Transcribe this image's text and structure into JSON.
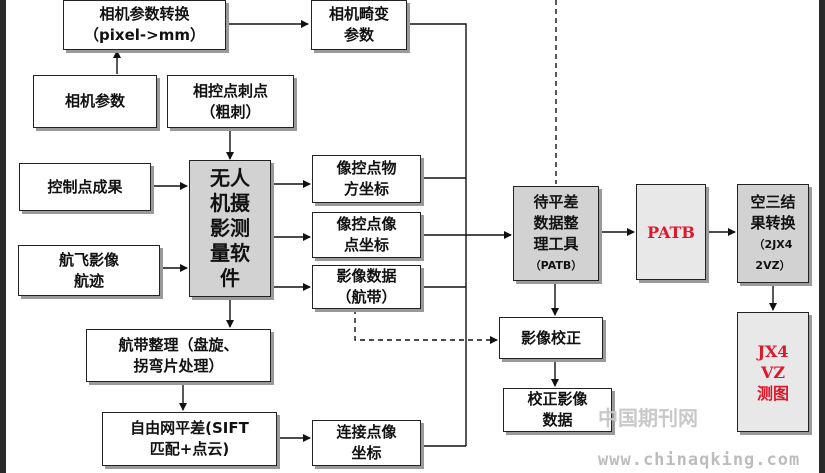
{
  "nodes": {
    "cam_convert": {
      "lines": [
        "相机参数转换",
        "（pixel->mm）"
      ]
    },
    "cam_distort": {
      "lines": [
        "相机畸变",
        "参数"
      ]
    },
    "cam_params": {
      "lines": [
        "相机参数"
      ]
    },
    "ctrl_prick": {
      "lines": [
        "相控点刺点",
        "（粗刺）"
      ]
    },
    "ctrl_results": {
      "lines": [
        "控制点成果"
      ]
    },
    "uav_software": {
      "lines": [
        "无人",
        "机摄",
        "影测",
        "量软",
        "件"
      ]
    },
    "obj_coords": {
      "lines": [
        "像控点物",
        "方坐标"
      ]
    },
    "img_coords": {
      "lines": [
        "像控点像",
        "点坐标"
      ]
    },
    "img_data": {
      "lines": [
        "影像数据",
        "（航带）"
      ]
    },
    "flight_track": {
      "lines": [
        "航飞影像",
        "航迹"
      ]
    },
    "strip_sort": {
      "lines": [
        "航带整理（盘旋、",
        "拐弯片处理）"
      ]
    },
    "free_adjust": {
      "lines": [
        "自由网平差(SIFT",
        "匹配+点云)"
      ]
    },
    "tie_coords": {
      "lines": [
        "连接点像",
        "坐标"
      ]
    },
    "pre_adjust_tool": {
      "lines": [
        "待平差",
        "数据整",
        "理工具",
        "（PATB）"
      ]
    },
    "patb": {
      "lines": [
        "PATB"
      ]
    },
    "aat_convert": {
      "lines": [
        "空三结",
        "果转换",
        "（2JX4",
        "2VZ）"
      ]
    },
    "jx4vz": {
      "lines": [
        "JX4",
        "VZ",
        "测图"
      ]
    },
    "img_correct": {
      "lines": [
        "影像校正"
      ]
    },
    "corrected_data": {
      "lines": [
        "校正影像",
        "数据"
      ]
    }
  },
  "watermark": {
    "cn": "中国期刊网",
    "url": "www.chinaqking.com"
  },
  "colors": {
    "gray": "#d2d2d2",
    "light": "#e8e8e8",
    "red": "#e0162b",
    "border": "#222222"
  }
}
